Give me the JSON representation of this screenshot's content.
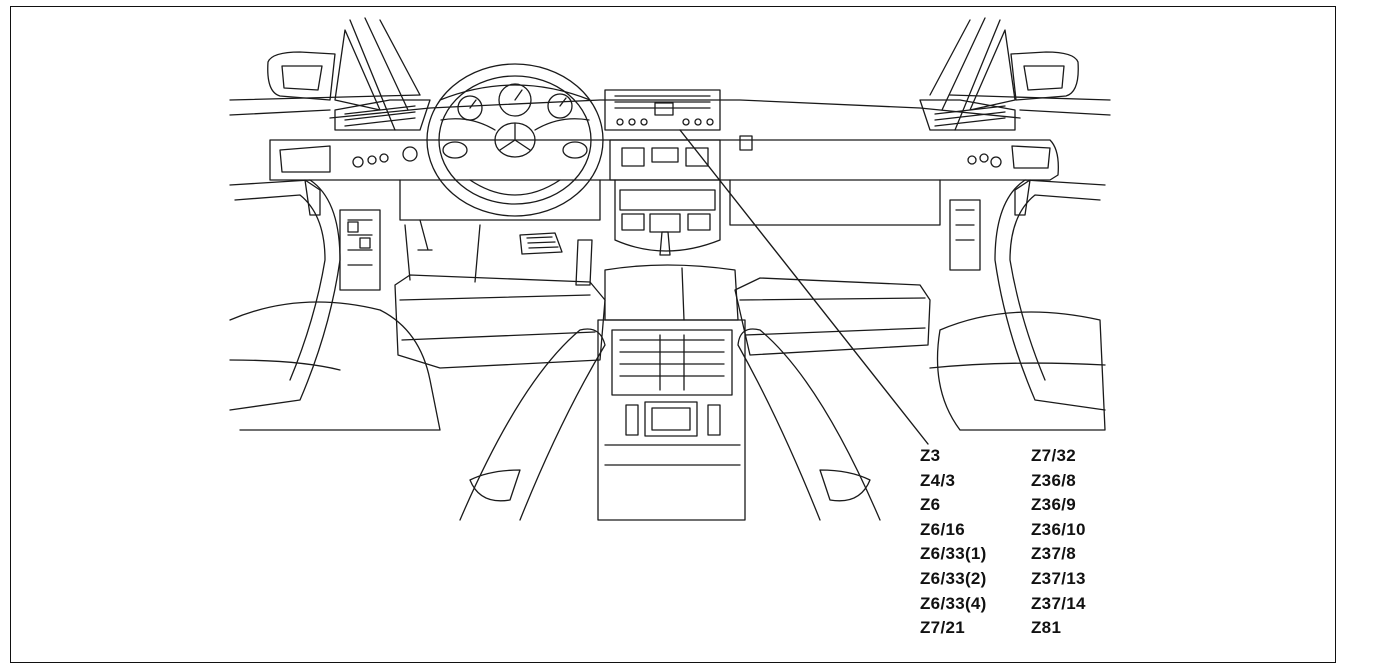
{
  "diagram": {
    "labels_left": [
      "Z3",
      "Z4/3",
      "Z6",
      "Z6/16",
      "Z6/33(1)",
      "Z6/33(2)",
      "Z6/33(4)",
      "Z7/21"
    ],
    "labels_right": [
      "Z7/32",
      "Z36/8",
      "Z36/9",
      "Z36/10",
      "Z37/8",
      "Z37/13",
      "Z37/14",
      "Z81"
    ],
    "line_color": "#1a1a1a"
  }
}
